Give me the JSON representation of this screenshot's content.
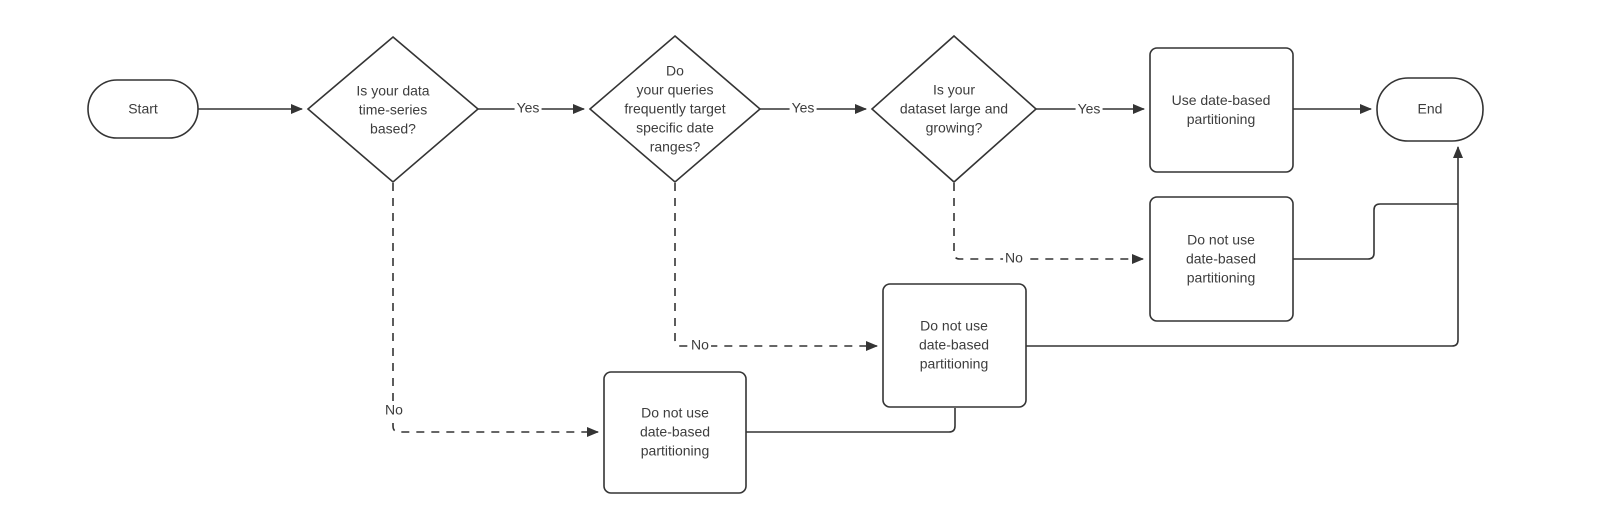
{
  "diagram": {
    "type": "flowchart",
    "topic": "date-based partitioning decision",
    "colors": {
      "background": "#ffffff",
      "line": "#343434",
      "text": "#3d3d3d",
      "shape_fill": "#ffffff"
    },
    "nodes": {
      "start": {
        "type": "terminator",
        "label": "Start"
      },
      "q1": {
        "type": "decision",
        "label": "Is your data\ntime-series\nbased?"
      },
      "q2": {
        "type": "decision",
        "label": "Do\nyour queries\nfrequently target\nspecific date\nranges?"
      },
      "q3": {
        "type": "decision",
        "label": "Is your\ndataset large and\ngrowing?"
      },
      "use": {
        "type": "process",
        "label": "Use date-based\npartitioning"
      },
      "no1": {
        "type": "process",
        "label": "Do not use\ndate-based\npartitioning"
      },
      "no2": {
        "type": "process",
        "label": "Do not use\ndate-based\npartitioning"
      },
      "no3": {
        "type": "process",
        "label": "Do not use\ndate-based\npartitioning"
      },
      "end": {
        "type": "terminator",
        "label": "End"
      }
    },
    "edge_labels": {
      "q1_yes": "Yes",
      "q2_yes": "Yes",
      "q3_yes": "Yes",
      "q1_no": "No",
      "q2_no": "No",
      "q3_no": "No"
    }
  }
}
